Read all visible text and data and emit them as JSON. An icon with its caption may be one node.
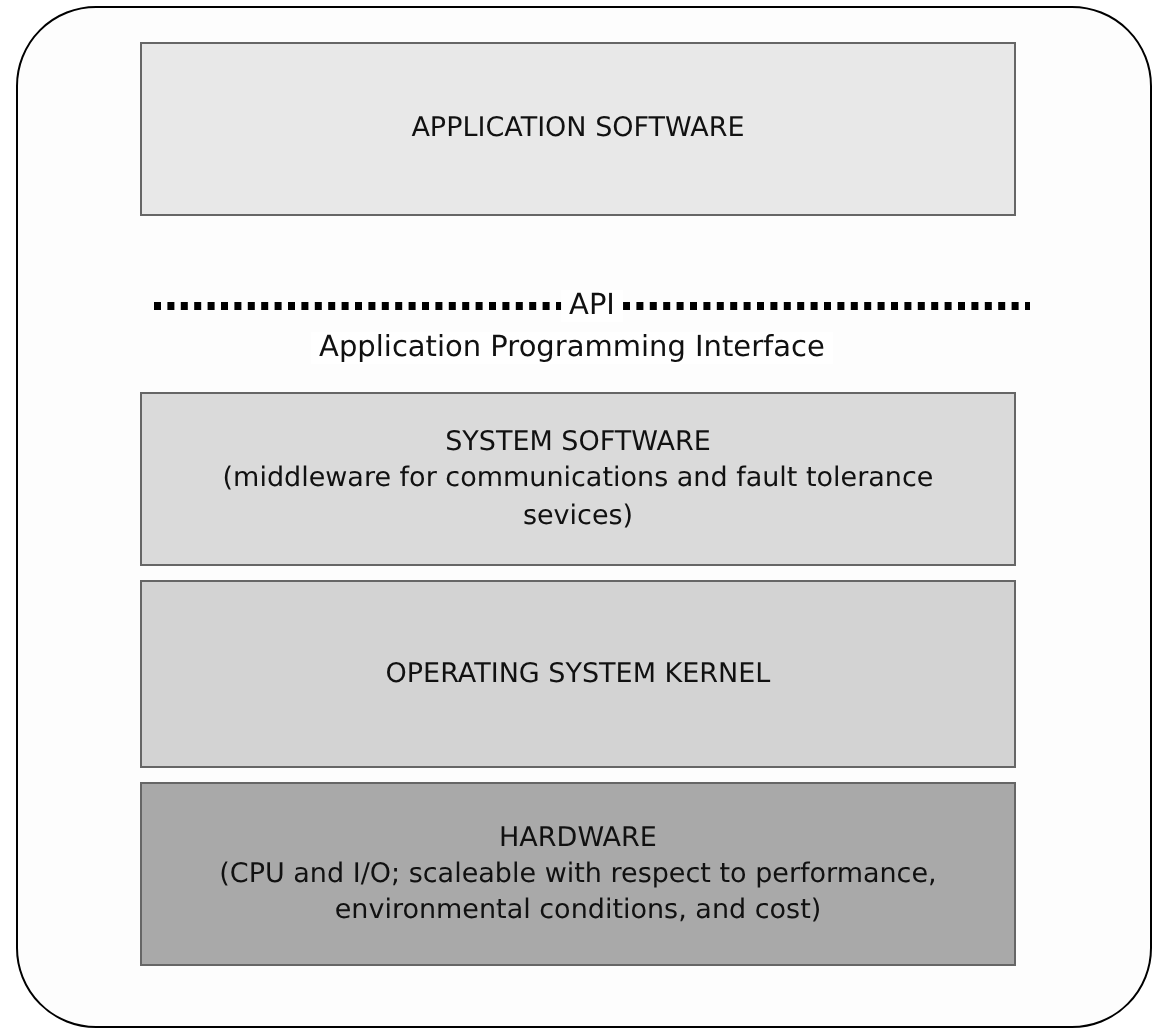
{
  "diagram": {
    "nodes": [
      {
        "text": [],
        "shape": "box"
      },
      {
        "text": [
          "APPLICATION SOFTWARE"
        ],
        "in": 0
      },
      {
        "text": [
          "SYSTEM SOFTWARE",
          "(middleware for communications and fault tolerance sevices)"
        ],
        "in": 0
      },
      {
        "text": [
          "OPERATING SYSTEM KERNEL"
        ],
        "in": 0
      },
      {
        "text": [
          "HARDWARE",
          "(CPU and I/O; scaleable with respect to performance, environmental conditions, and cost)"
        ],
        "in": 0
      }
    ],
    "edges": [],
    "labels": [
      "API",
      "Application Programming Interface"
    ]
  }
}
